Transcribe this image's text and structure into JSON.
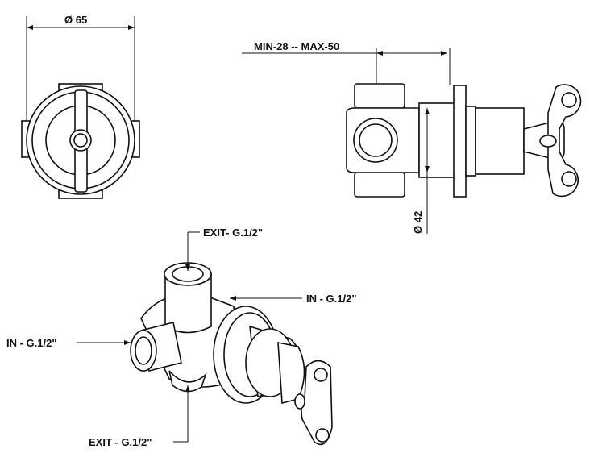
{
  "dimensions": {
    "front_diameter": "Ø 65",
    "depth_range": "MIN-28 -- MAX-50",
    "body_diameter": "Ø 42"
  },
  "callouts": {
    "exit_top": "EXIT- G.1/2\"",
    "in_right": "IN - G.1/2\"",
    "in_left": "IN - G.1/2\"",
    "exit_bottom": "EXIT - G.1/2\""
  }
}
